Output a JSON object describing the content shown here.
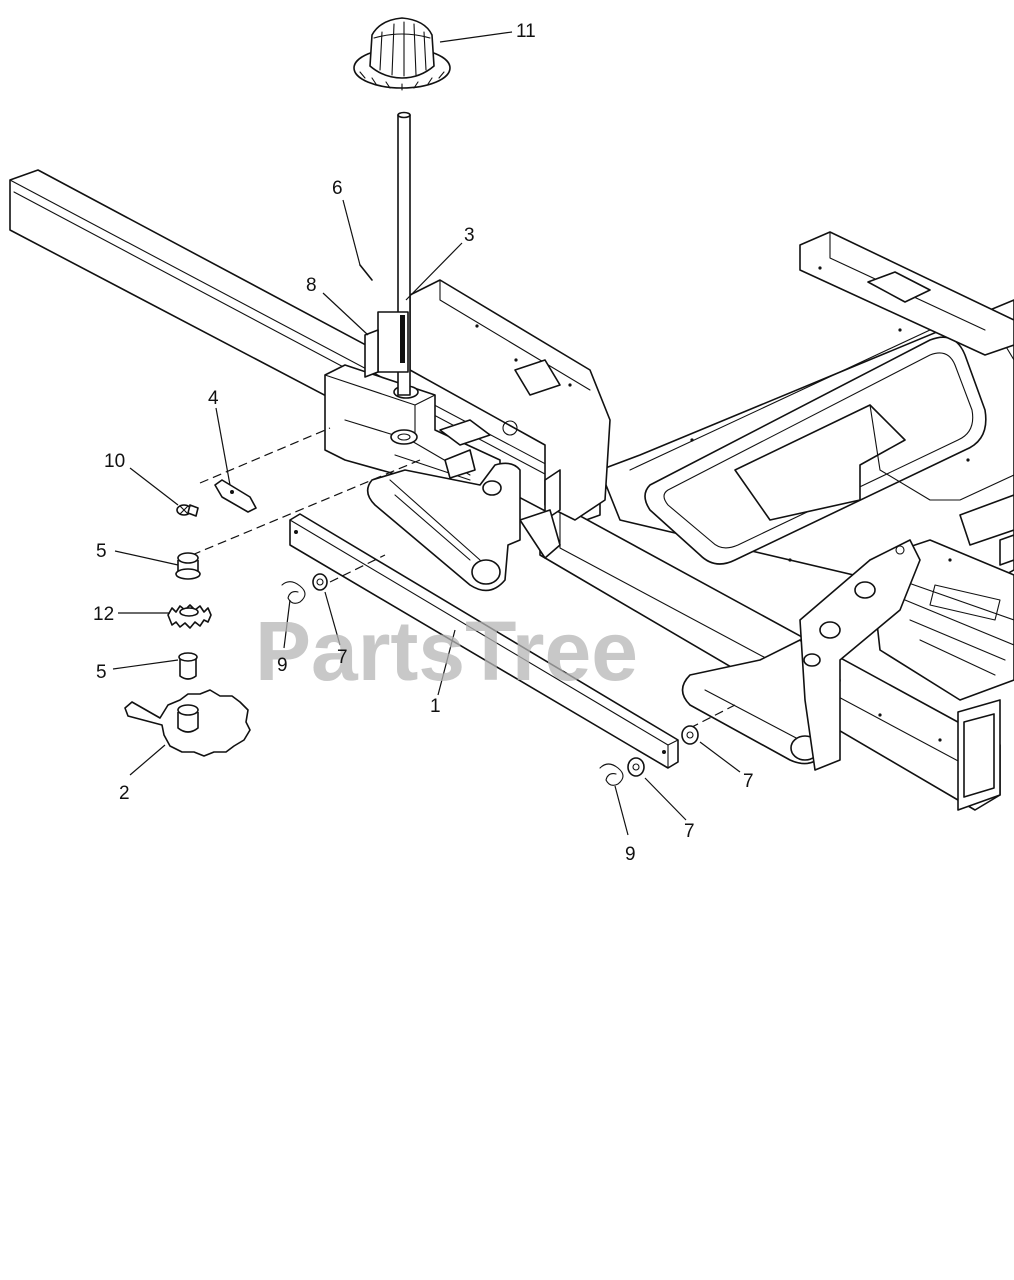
{
  "watermark": "PartsTree",
  "callouts": [
    {
      "id": "c11",
      "text": "11"
    },
    {
      "id": "c6",
      "text": "6"
    },
    {
      "id": "c3",
      "text": "3"
    },
    {
      "id": "c8",
      "text": "8"
    },
    {
      "id": "c4",
      "text": "4"
    },
    {
      "id": "c10",
      "text": "10"
    },
    {
      "id": "c5a",
      "text": "5"
    },
    {
      "id": "c12",
      "text": "12"
    },
    {
      "id": "c5b",
      "text": "5"
    },
    {
      "id": "c2",
      "text": "2"
    },
    {
      "id": "c9a",
      "text": "9"
    },
    {
      "id": "c7a",
      "text": "7"
    },
    {
      "id": "c1",
      "text": "1"
    },
    {
      "id": "c7b",
      "text": "7"
    },
    {
      "id": "c7c",
      "text": "7"
    },
    {
      "id": "c9b",
      "text": "9"
    }
  ]
}
